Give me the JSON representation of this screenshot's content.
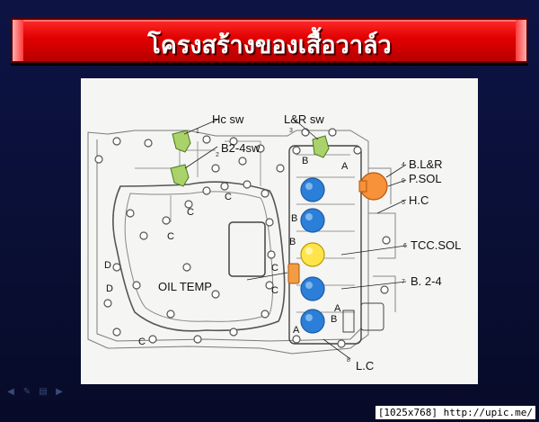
{
  "slide": {
    "title": "โครงสร้างของเสื้อวาล์ว"
  },
  "diagram": {
    "labels": {
      "hc_sw": "Hc sw",
      "lr_sw": "L&R sw",
      "b24_sw": "B2-4sw",
      "b_lr": "B.L&R",
      "p_sol": "P.SOL",
      "h_c": "H.C",
      "tcc_sol": "TCC.SOL",
      "b_24": "B. 2-4",
      "l_c": "L.C",
      "oil_temp": "OIL TEMP"
    },
    "callout_numbers": [
      "1",
      "2",
      "3",
      "4",
      "9",
      "5",
      "6",
      "7",
      "8"
    ],
    "passage_letters": {
      "B": "B",
      "A": "A",
      "C": "C",
      "D": "D"
    }
  },
  "navigation": {
    "prev_icon": "arrow-left-icon",
    "pen_icon": "pen-icon",
    "menu_icon": "menu-icon",
    "next_icon": "arrow-right-icon"
  },
  "watermark": "[1025x768] http://upic.me/"
}
